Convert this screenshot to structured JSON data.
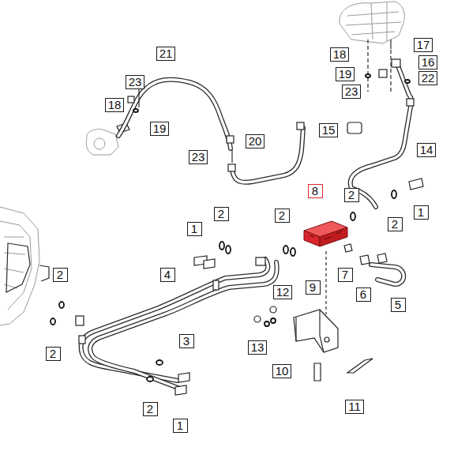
{
  "diagram": {
    "nodes": [
      {
        "text": [
          "21"
        ]
      },
      {
        "text": [
          "17"
        ]
      },
      {
        "text": [
          "18"
        ]
      },
      {
        "text": [
          "16"
        ]
      },
      {
        "text": [
          "19"
        ]
      },
      {
        "text": [
          "22"
        ]
      },
      {
        "text": [
          "23"
        ]
      },
      {
        "text": [
          "23"
        ]
      },
      {
        "text": [
          "18"
        ]
      },
      {
        "text": [
          "19"
        ]
      },
      {
        "text": [
          "15"
        ]
      },
      {
        "text": [
          "20"
        ]
      },
      {
        "text": [
          "14"
        ]
      },
      {
        "text": [
          "23"
        ]
      },
      {
        "text": [
          "8"
        ]
      },
      {
        "text": [
          "2"
        ]
      },
      {
        "text": [
          "1"
        ]
      },
      {
        "text": [
          "2"
        ]
      },
      {
        "text": [
          "2"
        ]
      },
      {
        "text": [
          "2"
        ]
      },
      {
        "text": [
          "1"
        ]
      },
      {
        "text": [
          "4"
        ]
      },
      {
        "text": [
          "2"
        ]
      },
      {
        "text": [
          "7"
        ]
      },
      {
        "text": [
          "9"
        ]
      },
      {
        "text": [
          "12"
        ]
      },
      {
        "text": [
          "6"
        ]
      },
      {
        "text": [
          "5"
        ]
      },
      {
        "text": [
          "3"
        ]
      },
      {
        "text": [
          "13"
        ]
      },
      {
        "text": [
          "2"
        ]
      },
      {
        "text": [
          "10"
        ]
      },
      {
        "text": [
          "11"
        ]
      },
      {
        "text": [
          "2"
        ]
      },
      {
        "text": [
          "1"
        ]
      }
    ]
  }
}
